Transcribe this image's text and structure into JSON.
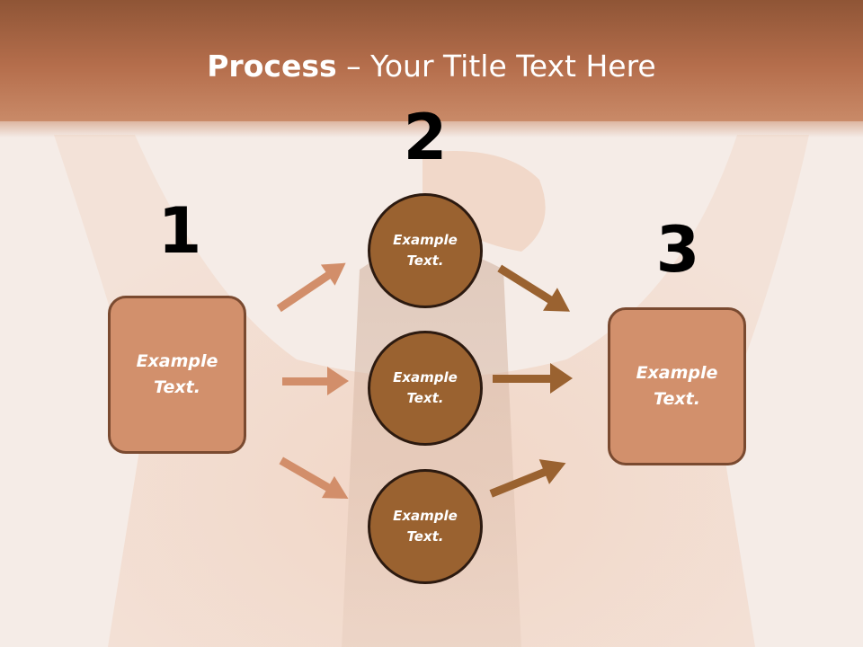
{
  "title": {
    "bold": "Process",
    "rest": " – Your Title Text Here"
  },
  "steps": [
    {
      "number": "1",
      "label": "Example\nText."
    },
    {
      "number": "2"
    },
    {
      "number": "3",
      "label": "Example\nText."
    }
  ],
  "circles": [
    {
      "label": "Example\nText."
    },
    {
      "label": "Example\nText."
    },
    {
      "label": "Example\nText."
    }
  ],
  "colors": {
    "title_band": "#b56e4c",
    "box_fill": "#d2906c",
    "circle_fill": "#9a6230",
    "left_arrows": "#d28e6a",
    "right_arrows": "#9a6230"
  }
}
